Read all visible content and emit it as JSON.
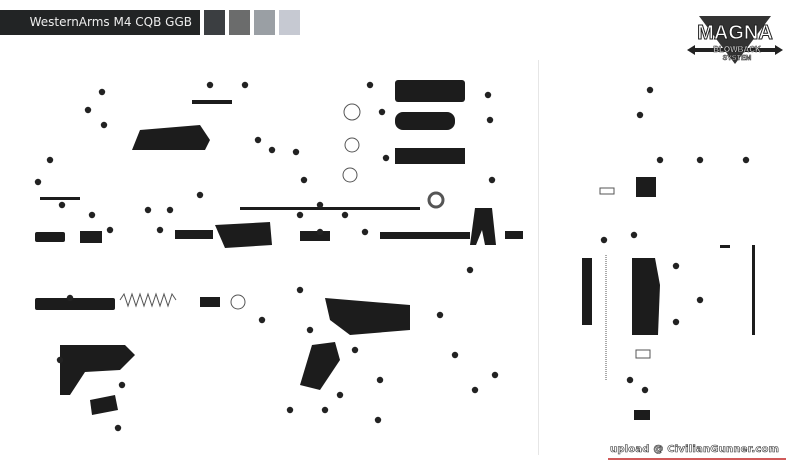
{
  "header": {
    "title": "WesternArms M4 CQB GGB",
    "swatches": [
      "#3b3e41",
      "#6b6c6c",
      "#9a9fa4",
      "#c6c9d2"
    ]
  },
  "logo": {
    "brand": "MAGNA",
    "line1": "BLOWBACK",
    "line2": "SYSTEM"
  },
  "credit": {
    "text": "upload @ CivilianGunner.com",
    "underline_color": "#d05a5a"
  },
  "colors": {
    "part": "#1c1c1c",
    "spring": "#555555"
  }
}
